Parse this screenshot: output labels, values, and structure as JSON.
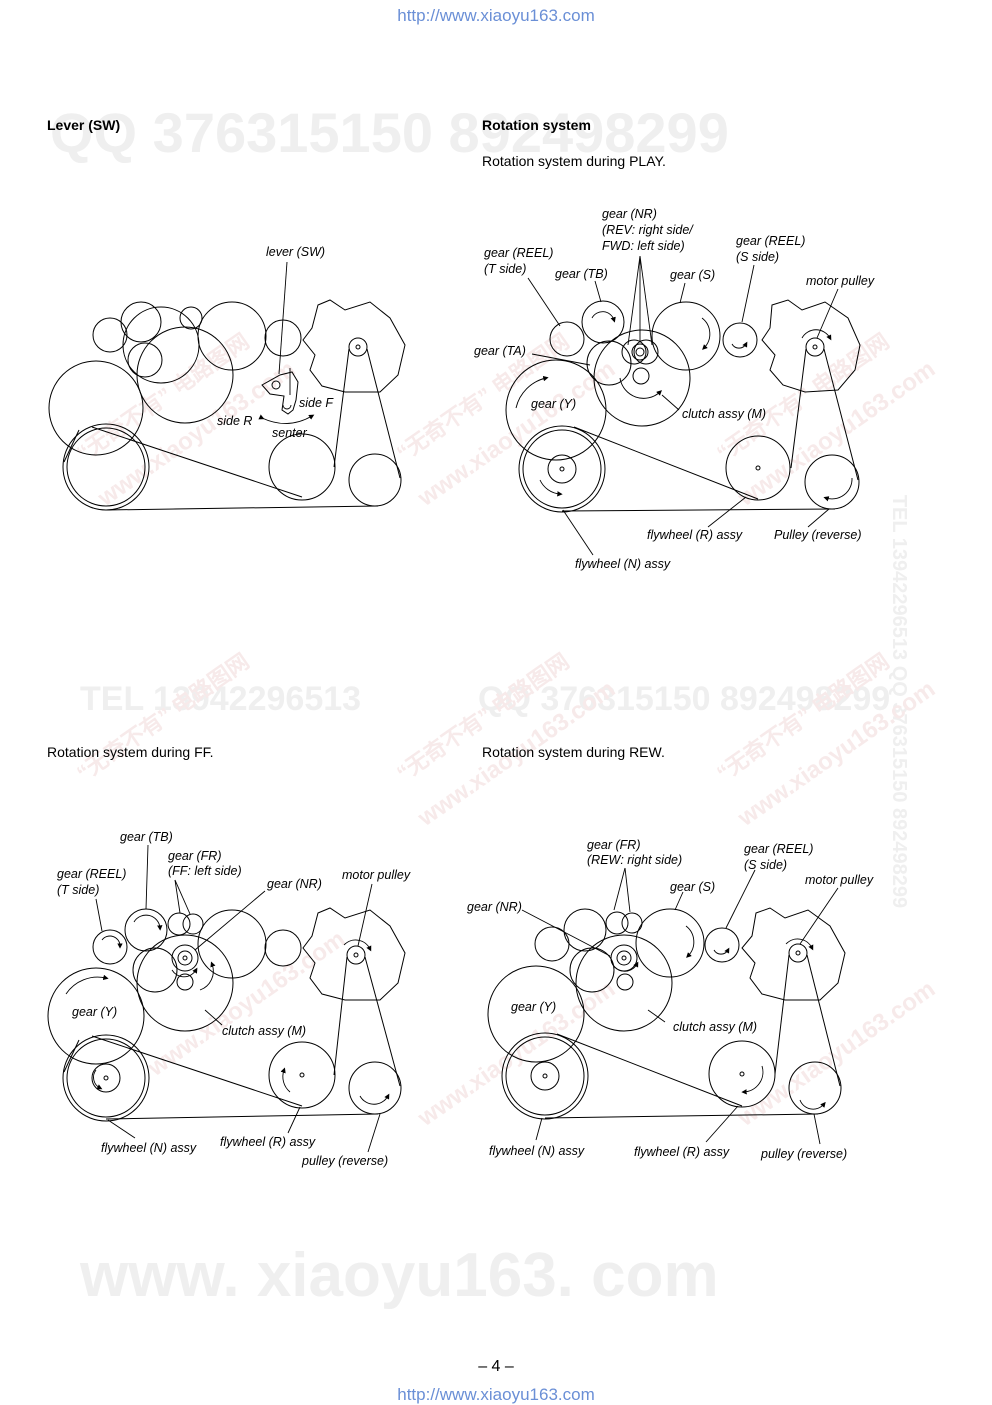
{
  "header_url": "http://www.xiaoyu163.com",
  "footer_url": "http://www.xiaoyu163.com",
  "page_number": "– 4 –",
  "watermarks": {
    "qq_top": "QQ 376315150  892498299",
    "tel_mid": "TEL 13942296513",
    "qq_mid": "QQ 376315150  892498299",
    "site_bottom": "www. xiaoyu163. com",
    "tel_vertical": "TEL 13942296513  QQ 376315150  892498299",
    "cn_text": "“无奇不有” 电路图网",
    "cn_site": "www.xiaoyu163.com"
  },
  "sections": {
    "lever": {
      "heading": "Lever (SW)",
      "labels": {
        "lever": "lever (SW)",
        "side_r": "side R",
        "side_f": "side F",
        "senter": "senter"
      }
    },
    "rotation": {
      "heading": "Rotation system",
      "play_caption": "Rotation system during PLAY.",
      "ff_caption": "Rotation system during FF.",
      "rew_caption": "Rotation system during REW."
    },
    "play": {
      "gear_nr_1": "gear (NR)",
      "gear_nr_2": "(REV: right side/",
      "gear_nr_3": "FWD: left side)",
      "gear_reel_t_1": "gear (REEL)",
      "gear_reel_t_2": "(T side)",
      "gear_reel_s_1": "gear (REEL)",
      "gear_reel_s_2": "(S side)",
      "gear_tb": "gear (TB)",
      "gear_s": "gear (S)",
      "motor_pulley": "motor pulley",
      "gear_ta": "gear (TA)",
      "gear_y": "gear (Y)",
      "clutch": "clutch assy (M)",
      "flywheel_r": "flywheel (R) assy",
      "pulley_reverse": "Pulley (reverse)",
      "flywheel_n": "flywheel (N) assy"
    },
    "ff": {
      "gear_tb": "gear (TB)",
      "gear_fr_1": "gear (FR)",
      "gear_fr_2": "(FF: left side)",
      "gear_reel_1": "gear (REEL)",
      "gear_reel_2": "(T side)",
      "gear_nr": "gear (NR)",
      "motor_pulley": "motor pulley",
      "gear_y": "gear (Y)",
      "clutch": "clutch assy (M)",
      "flywheel_r": "flywheel (R) assy",
      "flywheel_n": "flywheel (N) assy",
      "pulley_reverse": "pulley (reverse)"
    },
    "rew": {
      "gear_fr_1": "gear (FR)",
      "gear_fr_2": "(REW: right side)",
      "gear_reel_1": "gear (REEL)",
      "gear_reel_2": "(S side)",
      "gear_s": "gear (S)",
      "motor_pulley": "motor pulley",
      "gear_nr": "gear (NR)",
      "gear_y": "gear (Y)",
      "clutch": "clutch assy (M)",
      "flywheel_n": "flywheel (N) assy",
      "flywheel_r": "flywheel (R) assy",
      "pulley_reverse": "pulley (reverse)"
    }
  }
}
